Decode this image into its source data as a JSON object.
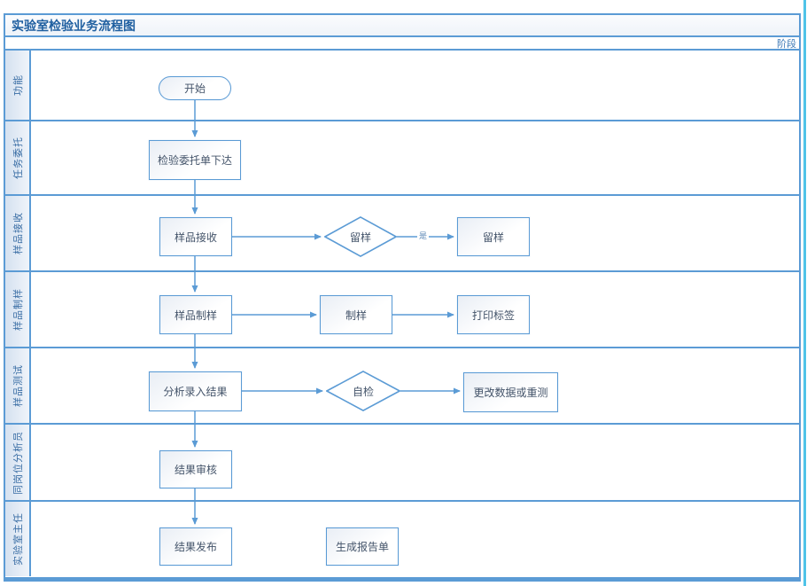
{
  "title": "实验室检验业务流程图",
  "stage_label": "阶段",
  "colors": {
    "line_blue": "#5b9bd5",
    "title_text": "#1f5fa0",
    "node_text": "#44546a",
    "lane_label_text": "#3a6ea5",
    "lane_label_bg": "#d5e1f0",
    "canvas_edge_cyan": "#4fc3e8"
  },
  "lanes": [
    {
      "label": "功能"
    },
    {
      "label": "任务委托"
    },
    {
      "label": "样品接收"
    },
    {
      "label": "样品制样"
    },
    {
      "label": "样品测试"
    },
    {
      "label": "同岗位分析员"
    },
    {
      "label": "实验室主任"
    }
  ],
  "nodes": {
    "start": {
      "label": "开始",
      "type": "terminator"
    },
    "order": {
      "label": "检验委托单下达",
      "type": "process"
    },
    "receive": {
      "label": "样品接收",
      "type": "process"
    },
    "retain_decision": {
      "label": "留样",
      "type": "decision"
    },
    "retain": {
      "label": "留样",
      "type": "process"
    },
    "prep": {
      "label": "样品制样",
      "type": "process"
    },
    "make": {
      "label": "制样",
      "type": "process"
    },
    "print_label": {
      "label": "打印标签",
      "type": "process"
    },
    "entry": {
      "label": "分析录入结果",
      "type": "process"
    },
    "self_check": {
      "label": "自检",
      "type": "decision"
    },
    "retest": {
      "label": "更改数据或重测",
      "type": "process"
    },
    "review": {
      "label": "结果审核",
      "type": "process"
    },
    "publish": {
      "label": "结果发布",
      "type": "process"
    },
    "report": {
      "label": "生成报告单",
      "type": "process"
    }
  },
  "edges": {
    "yes_label": "是"
  }
}
